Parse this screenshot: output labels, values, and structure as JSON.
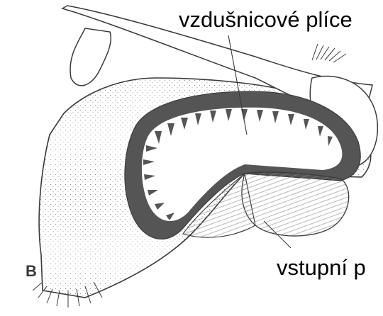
{
  "figure": {
    "panel_letter": "B",
    "labels": {
      "top": "vzdušnicové plíce",
      "bottom": "vstupní p"
    }
  },
  "colors": {
    "ink": "#3a3a3a",
    "lung_fill": "#555555",
    "background": "#ffffff"
  }
}
